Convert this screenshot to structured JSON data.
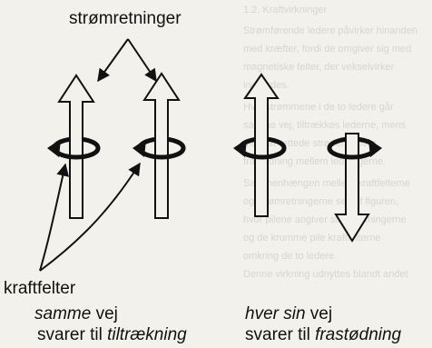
{
  "labels": {
    "current_directions": "strømretninger",
    "force_fields": "kraftfelter",
    "same_direction_word": "samme",
    "same_direction_rest": " vej",
    "same_answer_prefix": "svarer til ",
    "same_answer_effect": "tiltrækning",
    "opposite_direction_word": "hver sin",
    "opposite_direction_rest": " vej",
    "opposite_answer_prefix": "svarer til ",
    "opposite_answer_effect": "frastødning"
  },
  "background_text_lines": [
    "1.2. Kraftvirkninger",
    "Strømførende ledere påvirker hinanden",
    "med kræfter, fordi de omgiver sig med",
    "magnetiske felter, der vekselvirker",
    "indbyrdes.",
    "Hvis strømmene i de to ledere går",
    "samme vej, tiltrækkes lederne, mens",
    "modsat rettede strømme giver",
    "frastødning mellem ledningerne.",
    "Sammenhængen mellem kraftfelterne",
    "og strømretningerne ses af figuren,",
    "hvor pilene angiver strømretningerne",
    "og de krumme pile kraftfelterne",
    "omkring de to ledere.",
    "Denne virkning udnyttes blandt andet"
  ],
  "colors": {
    "ink": "#111111",
    "faint_text": "#d8d5cf",
    "paper": "#f3f1ec"
  }
}
